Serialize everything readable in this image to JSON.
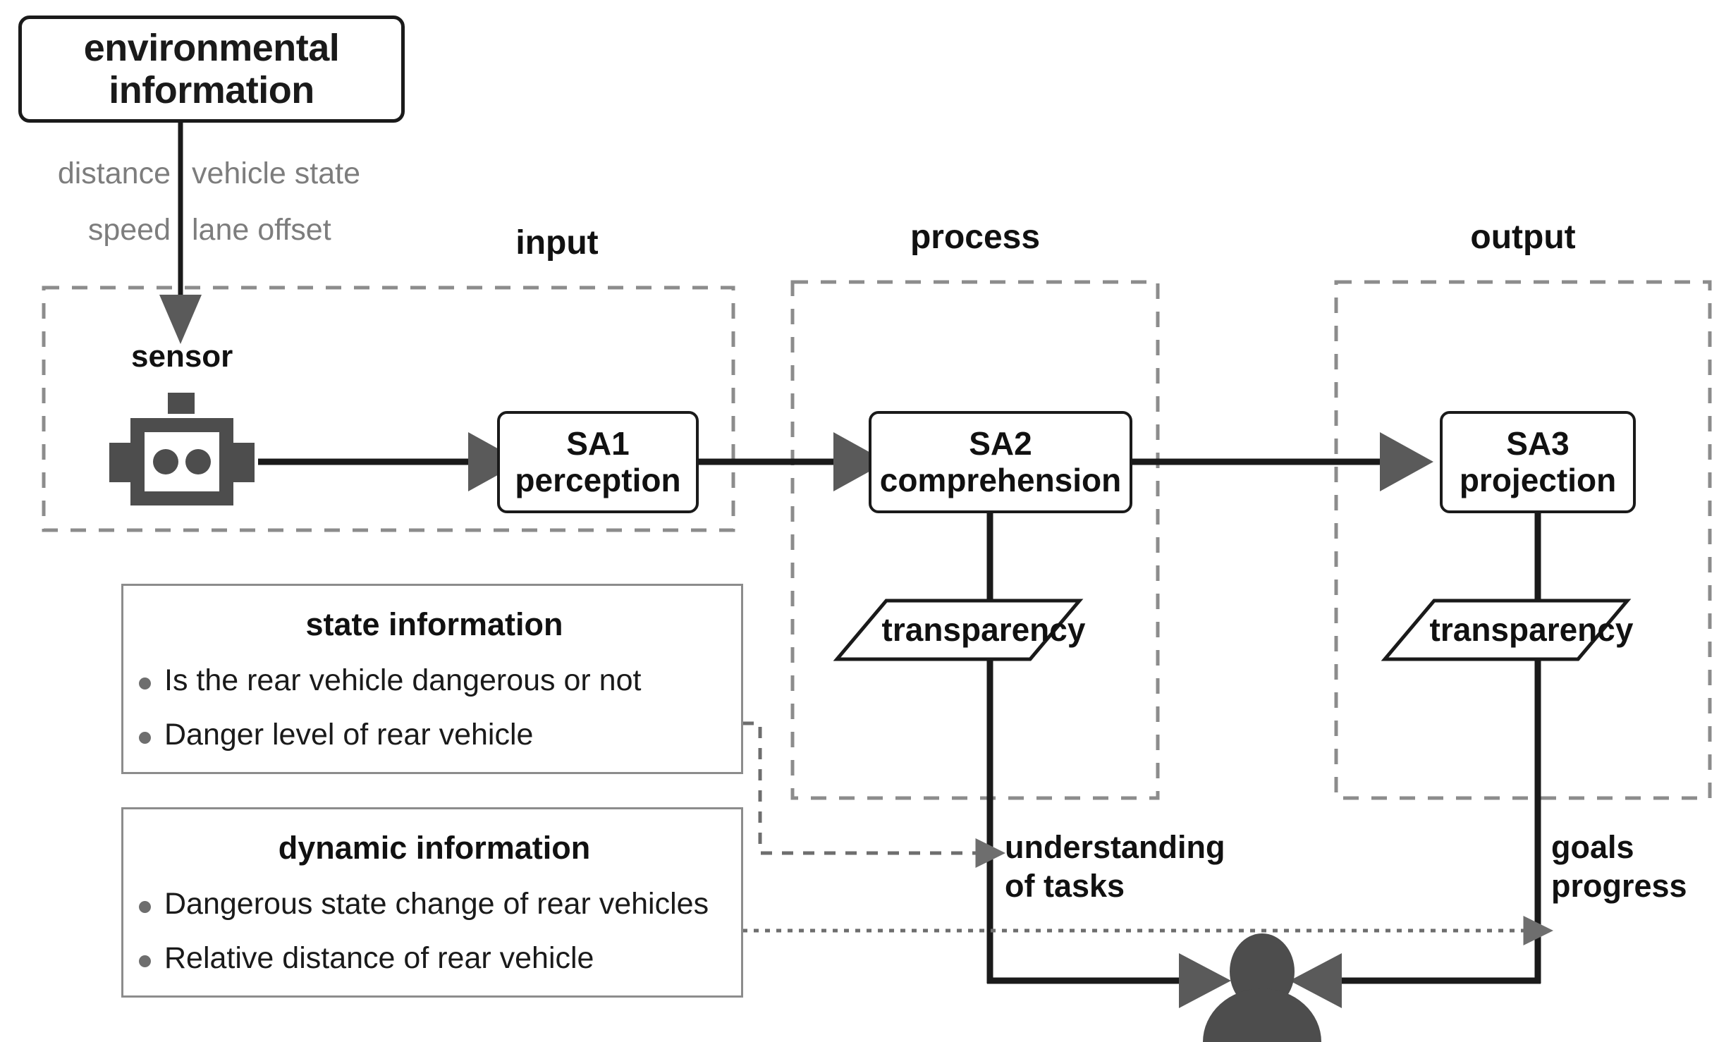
{
  "diagram": {
    "title": "Situation Awareness transparency flow",
    "colors": {
      "ink": "#1a1a1a",
      "muted_text": "#7d7d7d",
      "icon_gray": "#4d4d4d",
      "arrowhead": "#5a5a5a",
      "dashed_border": "#8c8c8c",
      "panel_border": "#8c8c8c",
      "bullet": "#6e6e6e",
      "background": "#ffffff"
    }
  },
  "environmental_information": {
    "title_line1": "environmental",
    "title_line2": "information",
    "parameters": [
      {
        "label": "distance",
        "side": "left"
      },
      {
        "label": "vehicle state",
        "side": "right"
      },
      {
        "label": "speed",
        "side": "left"
      },
      {
        "label": "lane offset",
        "side": "right"
      }
    ]
  },
  "sections": [
    {
      "id": "input",
      "header": "input"
    },
    {
      "id": "process",
      "header": "process"
    },
    {
      "id": "output",
      "header": "output"
    }
  ],
  "input_stage": {
    "sensor_label": "sensor",
    "sensor_icon": "robot-icon",
    "node": {
      "line1": "SA1",
      "line2": "perception"
    }
  },
  "process_stage": {
    "node": {
      "line1": "SA2",
      "line2": "comprehension"
    },
    "transparency_label": "transparency",
    "flow_label_line1": "understanding",
    "flow_label_line2": "of tasks"
  },
  "output_stage": {
    "node": {
      "line1": "SA3",
      "line2": "projection"
    },
    "transparency_label": "transparency",
    "flow_label_line1": "goals",
    "flow_label_line2": "progress"
  },
  "info_panels": [
    {
      "id": "state-information",
      "title": "state information",
      "items": [
        "Is the rear vehicle dangerous or not",
        "Danger level of rear vehicle"
      ]
    },
    {
      "id": "dynamic-information",
      "title": "dynamic information",
      "items": [
        "Dangerous state change of rear vehicles",
        "Relative distance of rear vehicle"
      ]
    }
  ],
  "actor": {
    "icon": "person-icon",
    "label": ""
  }
}
